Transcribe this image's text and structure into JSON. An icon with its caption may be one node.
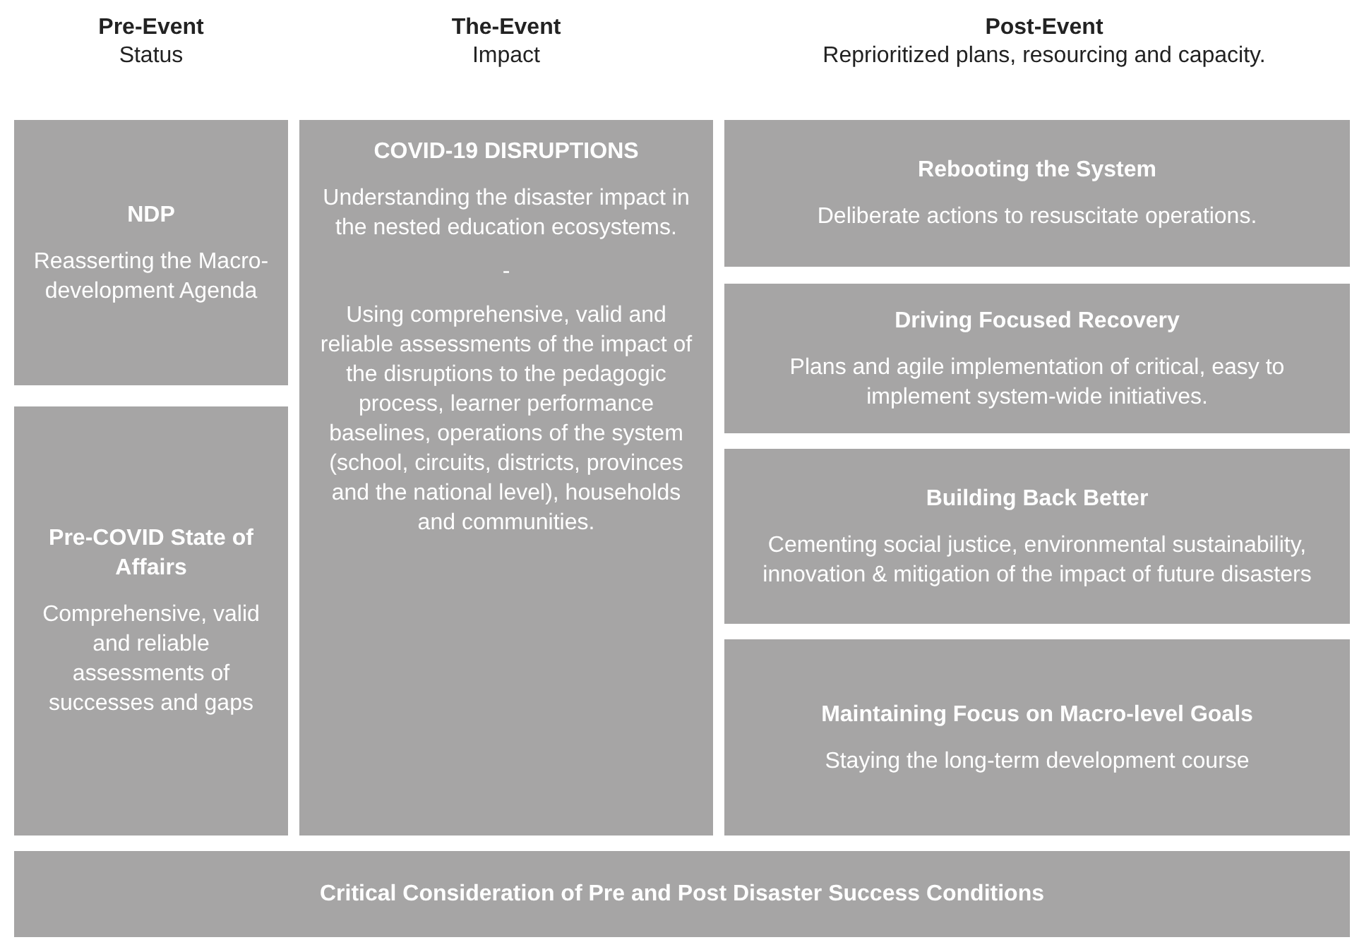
{
  "diagram": {
    "nodes": [
      {
        "text": [
          "NDP",
          "Reasserting the Macro-development Agenda"
        ]
      },
      {
        "text": [
          "Pre-COVID State of Affairs",
          "Comprehensive, valid and reliable assessments of successes and gaps"
        ]
      },
      {
        "text": [
          "COVID-19 DISRUPTIONS",
          "Understanding the disaster impact in the nested education ecosystems.",
          "-",
          "Using comprehensive, valid and reliable assessments of the impact of the disruptions to the pedagogic process, learner performance baselines, operations of the system (school, circuits, districts, provinces and the national level), households and communities."
        ]
      },
      {
        "text": [
          "Rebooting the System",
          "Deliberate actions to resuscitate operations."
        ]
      },
      {
        "text": [
          "Driving Focused Recovery",
          "Plans and agile implementation of critical, easy to implement system-wide initiatives."
        ]
      },
      {
        "text": [
          "Building Back Better",
          "Cementing social justice, environmental sustainability, innovation & mitigation of the impact of future disasters"
        ]
      },
      {
        "text": [
          "Maintaining Focus on Macro-level Goals",
          "Staying the long-term development course"
        ]
      },
      {
        "text": [
          "Critical Consideration of Pre and Post Disaster Success Conditions"
        ]
      }
    ],
    "labels": [
      "Pre-Event",
      "Status",
      "The-Event",
      "Impact",
      "Post-Event",
      "Reprioritized plans, resourcing and capacity."
    ]
  }
}
